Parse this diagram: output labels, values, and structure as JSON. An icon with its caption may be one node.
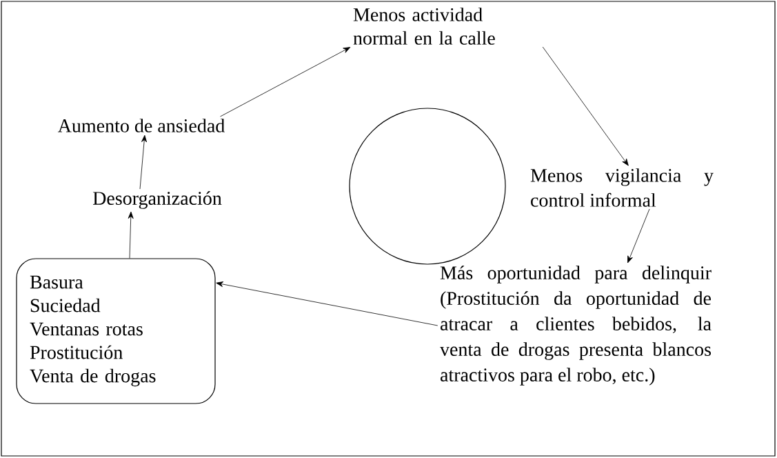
{
  "diagram": {
    "nodes": [
      {
        "text": [
          "Basura",
          "Suciedad",
          "Ventanas rotas",
          "Prostitución",
          "Venta de drogas"
        ]
      },
      {
        "text": [
          "Desorganización"
        ]
      },
      {
        "text": [
          "Aumento de ansiedad"
        ]
      },
      {
        "text": [
          "Menos actividad normal en la calle"
        ]
      },
      {
        "text": [
          "Menos vigilancia y control informal"
        ]
      },
      {
        "text": [
          "Más oportunidad para delinquir (Prostitución da oportunidad de atracar a clientes bebidos, la venta de drogas presenta blancos atractivos para el robo, etc.)"
        ]
      },
      {
        "text": [],
        "shape": "circle"
      }
    ],
    "edges": [
      {
        "from": 0,
        "to": 1,
        "arrow": "to"
      },
      {
        "from": 1,
        "to": 2,
        "arrow": "to"
      },
      {
        "from": 2,
        "to": 3,
        "arrow": "to"
      },
      {
        "from": 3,
        "to": 4,
        "arrow": "to"
      },
      {
        "from": 4,
        "to": 5,
        "arrow": "to"
      },
      {
        "from": 5,
        "to": 0,
        "arrow": "to"
      }
    ]
  }
}
